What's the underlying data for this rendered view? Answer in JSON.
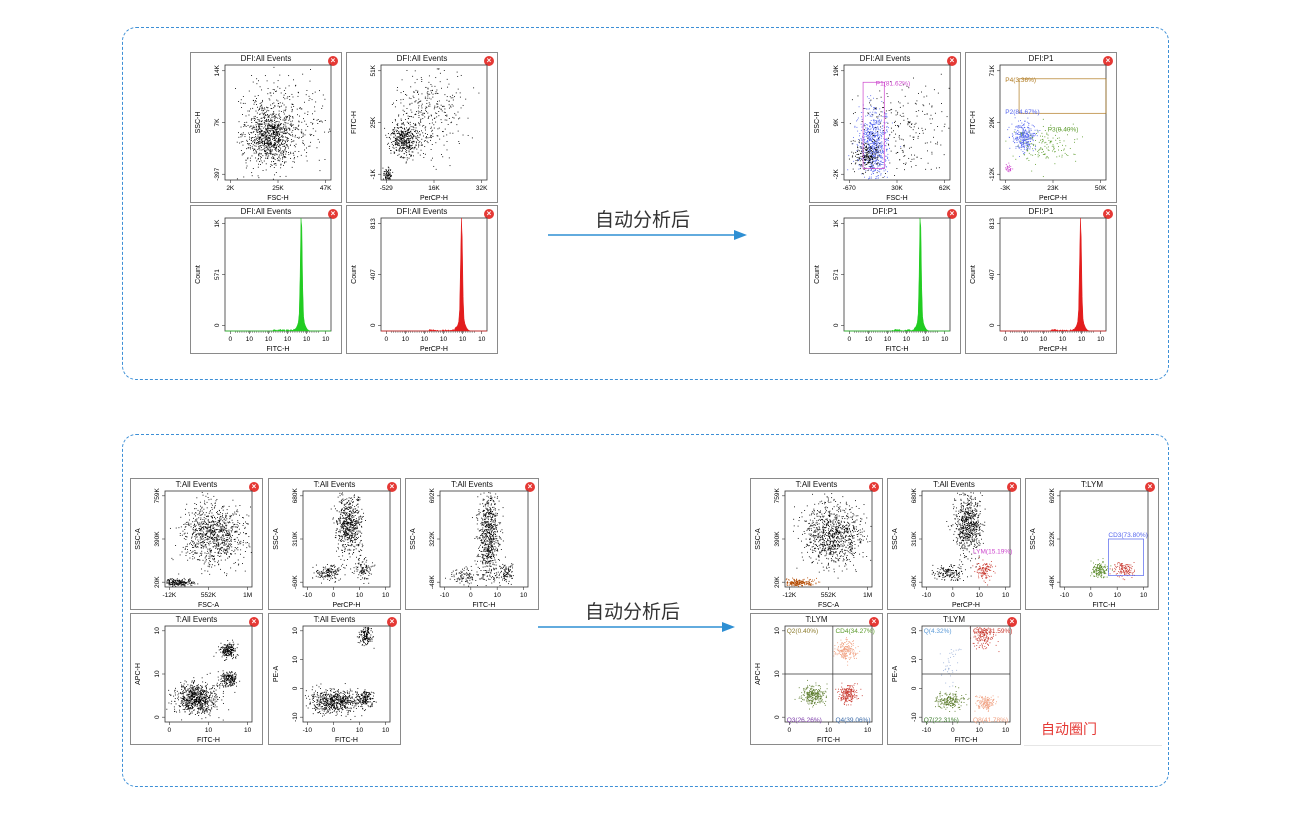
{
  "colors": {
    "frame": "#3d8fd6",
    "arrow": "#2e8fd3",
    "close": "#e53935",
    "label_red": "#e53935",
    "green": "#22cc22",
    "red": "#e31d1d",
    "blue": "#5566ee",
    "pink": "#cc44cc",
    "olive": "#8a7a2a",
    "lime": "#5a9a2a"
  },
  "arrows": {
    "top_label": "自动分析后",
    "bottom_label": "自动分析后"
  },
  "auto_gate_label": "自动圈门",
  "close_icon": "close-icon",
  "top_before": [
    {
      "title": "DFI:All Events",
      "type": "scatter",
      "xlabel": "FSC-H",
      "ylabel": "SSC-H",
      "xticks": [
        "2K",
        "25K",
        "47K"
      ],
      "yticks": [
        "-397",
        "7K",
        "14K"
      ]
    },
    {
      "title": "DFI:All Events",
      "type": "scatter",
      "xlabel": "PerCP-H",
      "ylabel": "FITC-H",
      "xticks": [
        "-529",
        "16K",
        "32K"
      ],
      "yticks": [
        "-1K",
        "25K",
        "51K"
      ]
    },
    {
      "title": "DFI:All Events",
      "type": "histogram",
      "xlabel": "FITC-H",
      "ylabel": "Count",
      "xticks": [
        "0",
        "10",
        "10",
        "10",
        "10",
        "10"
      ],
      "yticks": [
        "0",
        "571",
        "1K"
      ]
    },
    {
      "title": "DFI:All Events",
      "type": "histogram",
      "xlabel": "PerCP-H",
      "ylabel": "Count",
      "xticks": [
        "0",
        "10",
        "10",
        "10",
        "10",
        "10"
      ],
      "yticks": [
        "0",
        "407",
        "813"
      ]
    }
  ],
  "top_after": [
    {
      "title": "DFI:All Events",
      "type": "scatter",
      "xlabel": "FSC-H",
      "ylabel": "SSC-H",
      "xticks": [
        "-670",
        "30K",
        "62K"
      ],
      "yticks": [
        "-2K",
        "9K",
        "19K"
      ],
      "gates": [
        "P1(81.62%)"
      ]
    },
    {
      "title": "DFI:P1",
      "type": "scatter",
      "xlabel": "PerCP-H",
      "ylabel": "FITC-H",
      "xticks": [
        "-3K",
        "23K",
        "50K"
      ],
      "yticks": [
        "-12K",
        "29K",
        "71K"
      ],
      "gates": [
        "P4(3.36%)",
        "P2(84.67%)",
        "P3(9.40%)"
      ]
    },
    {
      "title": "DFI:P1",
      "type": "histogram",
      "xlabel": "FITC-H",
      "ylabel": "Count",
      "xticks": [
        "0",
        "10",
        "10",
        "10",
        "10",
        "10"
      ],
      "yticks": [
        "0",
        "571",
        "1K"
      ]
    },
    {
      "title": "DFI:P1",
      "type": "histogram",
      "xlabel": "PerCP-H",
      "ylabel": "Count",
      "xticks": [
        "0",
        "10",
        "10",
        "10",
        "10",
        "10"
      ],
      "yticks": [
        "0",
        "407",
        "813"
      ]
    }
  ],
  "bottom_before": [
    {
      "title": "T:All Events",
      "type": "scatter",
      "xlabel": "FSC-A",
      "ylabel": "SSC-A",
      "xticks": [
        "-12K",
        "552K",
        "1M"
      ],
      "yticks": [
        "20K",
        "390K",
        "759K"
      ]
    },
    {
      "title": "T:All Events",
      "type": "scatter",
      "xlabel": "PerCP-H",
      "ylabel": "SSC-A",
      "xticks": [
        "-10",
        "0",
        "10",
        "10"
      ],
      "yticks": [
        "-60K",
        "310K",
        "680K"
      ]
    },
    {
      "title": "T:All Events",
      "type": "scatter",
      "xlabel": "FITC-H",
      "ylabel": "SSC-A",
      "xticks": [
        "-10",
        "0",
        "10",
        "10"
      ],
      "yticks": [
        "-48K",
        "322K",
        "692K"
      ]
    },
    {
      "title": "T:All Events",
      "type": "scatter",
      "xlabel": "FITC-H",
      "ylabel": "APC-H",
      "xticks": [
        "0",
        "10",
        "10"
      ],
      "yticks": [
        "0",
        "10",
        "10"
      ]
    },
    {
      "title": "T:All Events",
      "type": "scatter",
      "xlabel": "FITC-H",
      "ylabel": "PE-A",
      "xticks": [
        "-10",
        "0",
        "10",
        "10"
      ],
      "yticks": [
        "-10",
        "0",
        "10",
        "10"
      ]
    }
  ],
  "bottom_after": [
    {
      "title": "T:All Events",
      "type": "scatter",
      "xlabel": "FSC-A",
      "ylabel": "SSC-A",
      "xticks": [
        "-12K",
        "552K",
        "1M"
      ],
      "yticks": [
        "20K",
        "390K",
        "759K"
      ]
    },
    {
      "title": "T:All Events",
      "type": "scatter",
      "xlabel": "PerCP-H",
      "ylabel": "SSC-A",
      "xticks": [
        "-10",
        "0",
        "10",
        "10"
      ],
      "yticks": [
        "-60K",
        "310K",
        "680K"
      ],
      "gates": [
        "LYM(15.19%)"
      ]
    },
    {
      "title": "T:LYM",
      "type": "scatter",
      "xlabel": "FITC-H",
      "ylabel": "SSC-A",
      "xticks": [
        "-10",
        "0",
        "10",
        "10"
      ],
      "yticks": [
        "-48K",
        "322K",
        "692K"
      ],
      "gates": [
        "CD3(73.80%)"
      ]
    },
    {
      "title": "T:LYM",
      "type": "scatter",
      "xlabel": "FITC-H",
      "ylabel": "APC-H",
      "xticks": [
        "0",
        "10",
        "10"
      ],
      "yticks": [
        "0",
        "10",
        "10"
      ],
      "gates": [
        "Q2(0.40%)",
        "CD4(34.27%)",
        "Q3(26.26%)",
        "Q4(39.06%)"
      ]
    },
    {
      "title": "T:LYM",
      "type": "scatter",
      "xlabel": "FITC-H",
      "ylabel": "PE-A",
      "xticks": [
        "-10",
        "0",
        "10",
        "10"
      ],
      "yticks": [
        "-10",
        "0",
        "10",
        "10"
      ],
      "gates": [
        "Q(4.32%)",
        "CD8(31.59%)",
        "Q7(22.31%)",
        "Q8(41.78%)"
      ]
    }
  ]
}
